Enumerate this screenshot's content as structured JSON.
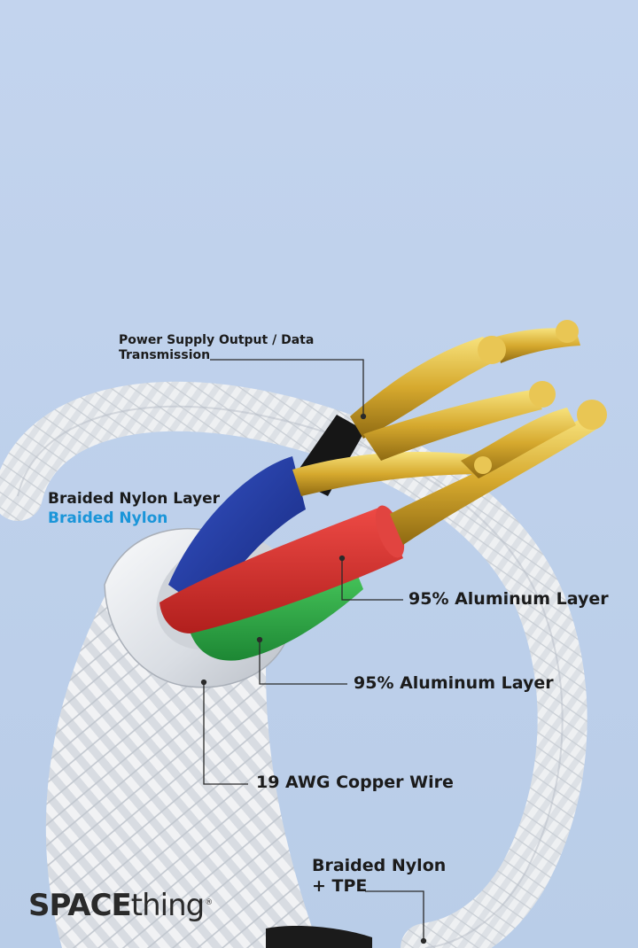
{
  "labels": {
    "power_supply": [
      "Power Supply Output / Data",
      "Transmission"
    ],
    "braided_nylon_layer": "Braided Nylon Layer",
    "braided_nylon": "Braided Nylon",
    "aluminum_layer_1": "95% Aluminum Layer",
    "aluminum_layer_2": "95% Aluminum Layer",
    "copper_wire": "19 AWG Copper Wire",
    "nylon_tpe": [
      "Braided Nylon",
      "+ TPE"
    ]
  },
  "brand": {
    "strong": "SPACE",
    "light": "thing",
    "mark": "®"
  },
  "colors": {
    "background": "#c2d4ed",
    "braid": "#e9ecef",
    "wire_blue": "#1f3aa8",
    "wire_red": "#d8302e",
    "wire_green": "#2fae47",
    "wire_black": "#1a1a1a",
    "copper": "#d9b23c",
    "accent_text": "#1a95d9"
  }
}
